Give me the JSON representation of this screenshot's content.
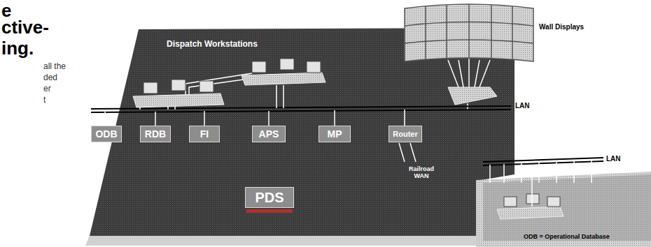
{
  "diagram": {
    "nodes": [
      {
        "text": [
          "ODB"
        ]
      },
      {
        "text": [
          "RDB"
        ]
      },
      {
        "text": [
          "FI"
        ]
      },
      {
        "text": [
          "APS"
        ]
      },
      {
        "text": [
          "MP"
        ]
      },
      {
        "text": [
          "Router"
        ]
      },
      {
        "text": [
          "PDS"
        ]
      }
    ],
    "labels": [
      "e",
      "ctive-",
      "ing.",
      "all the",
      "ded",
      "er",
      "t",
      "Dispatch Workstations",
      "Wall Displays",
      "LAN",
      "LAN",
      "Railroad WAN",
      "ODB = Operational Database"
    ]
  }
}
